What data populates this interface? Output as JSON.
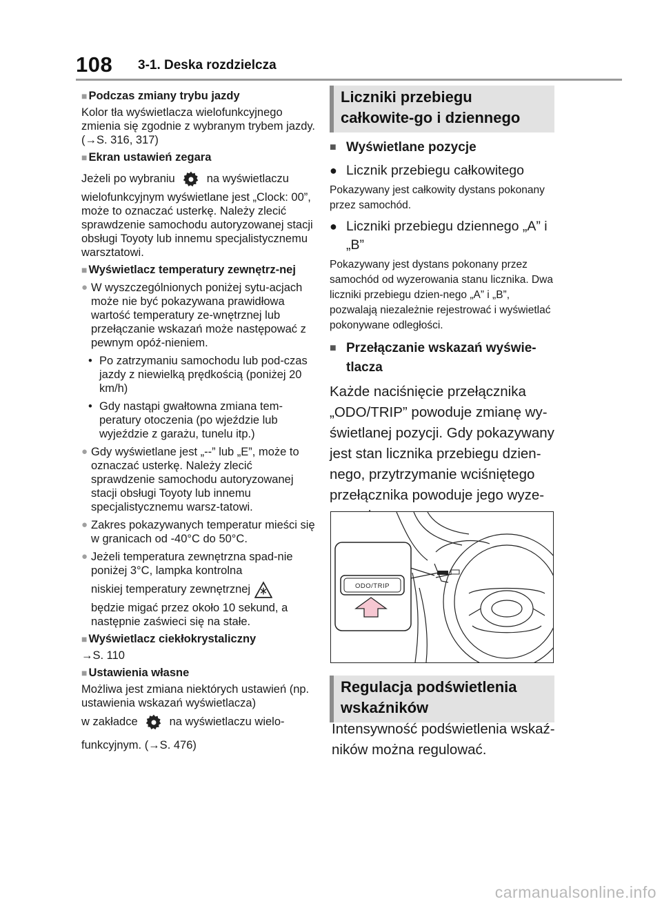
{
  "header": {
    "page_number": "108",
    "chapter": "3-1. Deska rozdzielcza"
  },
  "left": {
    "h1": "Podczas zmiany trybu jazdy",
    "p1": "Kolor tła wyświetlacza wielofunkcyjnego zmienia się zgodnie z wybranym trybem jazdy. (→S. 316, 317)",
    "h2": "Ekran ustawień zegara",
    "p2a": "Jeżeli po wybraniu",
    "p2b": "na wyświetlaczu",
    "p2c": "wielofunkcyjnym wyświetlane jest „Clock: 00”, może to oznaczać usterkę. Należy zlecić sprawdzenie samochodu autoryzowanej stacji obsługi Toyoty lub innemu specjalistycznemu warsztatowi.",
    "h3": "Wyświetlacz temperatury zewnętrz-nej",
    "b1": "W wyszczególnionych poniżej sytu-acjach może nie być pokazywana prawidłowa wartość temperatury ze-wnętrznej lub przełączanie wskazań może następować z pewnym opóź-nieniem.",
    "s1": "Po zatrzymaniu samochodu lub pod-czas jazdy z niewielką prędkością (poniżej 20 km/h)",
    "s2": "Gdy nastąpi gwałtowna zmiana tem-peratury otoczenia (po wjeździe lub wyjeździe z garażu, tunelu itp.)",
    "b2": "Gdy wyświetlane jest „‑‑” lub „E”, może to oznaczać usterkę. Należy zlecić sprawdzenie samochodu autoryzowanej stacji obsługi Toyoty lub innemu specjalistycznemu warsz-tatowi.",
    "b3": "Zakres pokazywanych temperatur mieści się w granicach od -40°C do 50°C.",
    "b4a": "Jeżeli temperatura zewnętrzna spad-nie poniżej 3°C, lampka kontrolna",
    "b4b": "niskiej temperatury zewnętrznej",
    "b4c": "będzie migać przez około 10 sekund, a następnie zaświeci się na stałe.",
    "h4": "Wyświetlacz ciekłokrystaliczny",
    "p4": "→S. 110",
    "h5": "Ustawienia własne",
    "p5a": "Możliwa jest zmiana niektórych ustawień (np. ustawienia wskazań wyświetlacza)",
    "p5b": "w zakładce",
    "p5c": "na wyświetlaczu wielo-",
    "p5d": "funkcyjnym. (→S. 476)"
  },
  "right": {
    "sec1_title": "Liczniki przebiegu całkowite-go i dziennego",
    "h1": "Wyświetlane pozycje",
    "b1": "Licznik przebiegu całkowitego",
    "p1": "Pokazywany jest całkowity dystans pokonany przez samochód.",
    "b2": "Liczniki przebiegu dziennego „A” i „B”",
    "p2": "Pokazywany jest dystans pokonany przez samochód od wyzerowania stanu licznika. Dwa liczniki przebiegu dzien-nego „A” i „B”, pozwalają niezależnie rejestrować i wyświetlać pokonywane odległości.",
    "h2": "Przełączanie wskazań wyświe-tlacza",
    "p3": "Każde naciśnięcie przełącznika „ODO/TRIP” powoduje zmianę wy-świetlanej pozycji. Gdy pokazywany jest stan licznika przebiegu dzien-nego, przytrzymanie wciśniętego przełącznika powoduje jego wyze-rowanie.",
    "figure_button_label": "ODO/TRIP",
    "sec2_title": "Regulacja podświetlenia wskaźników",
    "p4": "Intensywność podświetlenia wskaź-ników można regulować."
  },
  "watermark": "carmanualsonline.info",
  "colors": {
    "section_bg": "#e2e2e2",
    "section_bar": "#8c8c8c",
    "arrow_fill": "#f6c7d2",
    "rule": "#9a9a9a"
  }
}
